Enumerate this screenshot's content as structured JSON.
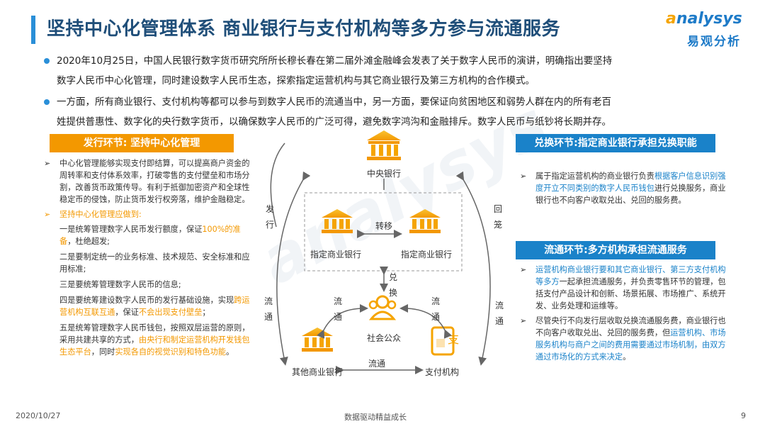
{
  "header": {
    "title": "坚持中心化管理体系 商业银行与支付机构等多方参与流通服务",
    "logo_en_a": "a",
    "logo_en_rest": "nalysys",
    "logo_cn": "易观分析"
  },
  "intro": [
    {
      "line1": "2020年10月25日，中国人民银行数字货币研究所所长穆长春在第二届外滩金融峰会发表了关于数字人民币的演讲，明确指出要坚持",
      "line2": "数字人民币中心化管理，同时建设数字人民币生态，探索指定运营机构与其它商业银行及第三方机构的合作模式。"
    },
    {
      "line1": "一方面，所有商业银行、支付机构等都可以参与到数字人民币的流通当中，另一方面，要保证向贫困地区和弱势人群在内的所有老百",
      "line2": "姓提供普惠性、数字化的央行数字货币，以确保数字人民币的广泛可得，避免数字鸿沟和金融排斥。数字人民币与纸钞将长期并存。"
    }
  ],
  "left_panel": {
    "title": "发行环节: 坚持中心化管理",
    "item1": "中心化管理能够实现支付即结算，可以提高商户资金的周转率和支付体系效率，打破零售的支付壁垒和市场分割，改善货币政策传导。有利于抵御加密资产和全球性稳定币的侵蚀，防止货币发行权旁落，维护金融稳定。",
    "item2": "坚持中心化管理应做到:",
    "s1a": "一是统筹管理数字人民币发行额度，保证",
    "s1b": "100%的准备",
    "s1c": "，杜绝超发;",
    "s2": "二是要制定统一的业务标准、技术规范、安全标准和应用标准;",
    "s3": "三是要统筹管理数字人民币的信息;",
    "s4a": "四是要统筹建设数字人民币的发行基础设施，实现",
    "s4b": "跨运营机构互联互通",
    "s4c": "，保证",
    "s4d": "不会出现支付壁垒",
    "s4e": "；",
    "s5a": "五是统筹管理数字人民币钱包，按照双层运营的原则，采用共建共享的方式，",
    "s5b": "由央行和制定运营机构开发钱包生态平台",
    "s5c": "，同时",
    "s5d": "实现各自的视觉识别和特色功能",
    "s5e": "。"
  },
  "diagram": {
    "central_bank": "中央银行",
    "bank_a": "指定商业银行",
    "bank_b": "指定商业银行",
    "transfer": "转移",
    "public": "社会公众",
    "other_bank": "其他商业银行",
    "payment": "支付机构",
    "issue": "发行",
    "return": "回笼",
    "exchange": "兑换",
    "circ_left": "流通",
    "circ_right": "流通",
    "circ_inner_l": "流通",
    "circ_inner_r": "流通",
    "circ_bottom": "流通"
  },
  "right_top": {
    "title": "兑换环节:指定商业银行承担兑换职能",
    "a": "属于指定运营机构的商业银行负责",
    "b": "根据客户信息识别强度开立不同类别的数字人民币钱包",
    "c": "进行兑换服务，商业银行也不向客户收取兑出、兑回的服务费。"
  },
  "right_bottom": {
    "title": "流通环节:多方机构承担流通服务",
    "i1a": "运营机构商业银行要和其它商业银行、第三方支付机构等多方",
    "i1b": "一起承担流通服务，并负责零售环节的管理，包括支付产品设计和创新、场景拓展、市场推广、系统开发、业务处理和运维等。",
    "i2a": "尽管央行不向发行层收取兑换流通服务费，商业银行也不向客户收取兑出、兑回的服务费，但",
    "i2b": "运营机构、市场服务机构与商户之间的费用需要通过市场机制，由双方通过市场化的方式来决定",
    "i2c": "。"
  },
  "footer": {
    "date": "2020/10/27",
    "slogan": "数据驱动精益成长",
    "page": "9"
  },
  "watermark": "analysys",
  "colors": {
    "accent_blue": "#1a82c9",
    "accent_orange": "#f39800",
    "title_navy": "#1f4e79"
  }
}
